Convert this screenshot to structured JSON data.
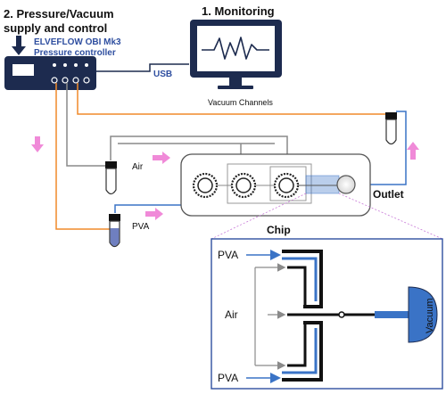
{
  "supply_title_line1": "2. Pressure/Vacuum",
  "supply_title_line2": "supply and control",
  "controller_line1": "ELVEFLOW OBI Mk3",
  "controller_line2": "Pressure controller",
  "usb_label": "USB",
  "monitoring_title": "1. Monitoring",
  "vacuum_channels_label": "Vacuum Channels",
  "air_label": "Air",
  "pva_label": "PVA",
  "chip_label": "Chip",
  "outlet_label": "Outlet",
  "inset": {
    "pva_top": "PVA",
    "air": "Air",
    "pva_bottom": "PVA",
    "vacuum": "Vacuum"
  },
  "colors": {
    "pressure_line": "#f08a2a",
    "air_line": "#8a8a8a",
    "vacuum_line": "#3a73c6",
    "flow_arrow": "#f08ad8",
    "controller_body": "#1d2b4f",
    "dark_channel": "#111111",
    "accent_blue": "#2f4fa0"
  },
  "icons": [
    "pressure-controller-icon",
    "monitor-icon",
    "tube-icon",
    "flow-arrow-icon",
    "chip-icon"
  ]
}
